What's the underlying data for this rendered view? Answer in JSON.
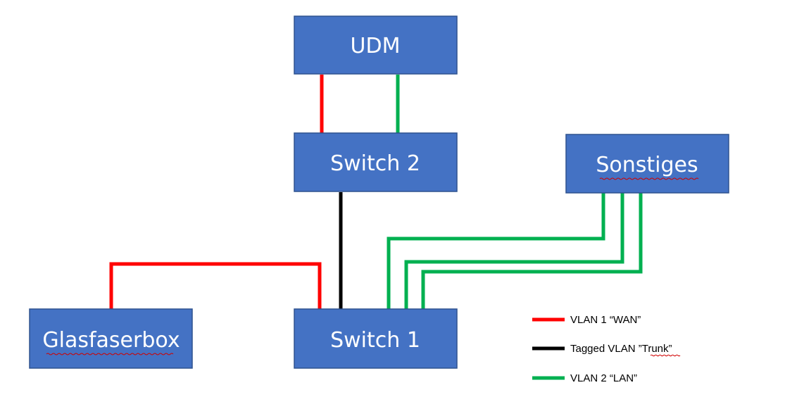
{
  "colors": {
    "node_fill": "#4472c4",
    "node_border": "#2f528f",
    "node_text": "#ffffff",
    "wan": "#ff0000",
    "trunk": "#000000",
    "lan": "#00b050"
  },
  "nodes": {
    "udm": {
      "label": "UDM"
    },
    "switch2": {
      "label": "Switch 2"
    },
    "sonstiges": {
      "label": "Sonstiges"
    },
    "glasfaserbox": {
      "label": "Glasfaserbox"
    },
    "switch1": {
      "label": "Switch 1"
    }
  },
  "links": [
    {
      "from": "udm",
      "to": "switch2",
      "vlan": "wan"
    },
    {
      "from": "udm",
      "to": "switch2",
      "vlan": "lan"
    },
    {
      "from": "switch2",
      "to": "switch1",
      "vlan": "trunk"
    },
    {
      "from": "glasfaserbox",
      "to": "switch1",
      "vlan": "wan"
    },
    {
      "from": "sonstiges",
      "to": "switch1",
      "vlan": "lan"
    },
    {
      "from": "sonstiges",
      "to": "switch1",
      "vlan": "lan"
    },
    {
      "from": "sonstiges",
      "to": "switch1",
      "vlan": "lan"
    }
  ],
  "legend": {
    "wan": {
      "label": "VLAN 1 “WAN”"
    },
    "trunk": {
      "label": "Tagged VLAN ”Trunk”"
    },
    "lan": {
      "label": "VLAN 2 “LAN”"
    }
  }
}
